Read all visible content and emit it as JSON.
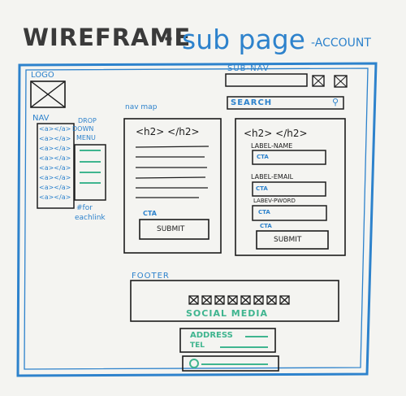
{
  "title": {
    "main": "WIREFRAME",
    "dash": "-",
    "page": "sub page",
    "suffix": "-ACCOUNT"
  },
  "logo": {
    "label": "LOGO"
  },
  "subnav": {
    "label": "SUB-NAV"
  },
  "search": {
    "label": "SEARCH",
    "icon": "magnifier-icon"
  },
  "nav": {
    "label": "NAV",
    "links": [
      "<a></a>",
      "<a></a>",
      "<a></a>",
      "<a></a>",
      "<a></a>",
      "<a></a>",
      "<a></a>",
      "<a></a>"
    ]
  },
  "dropdown": {
    "label_line1": "DROP",
    "label_line2": "DOWN",
    "label_line3": "MENU",
    "note_line1": "#for",
    "note_line2": "eachlink"
  },
  "navmap": {
    "label": "nav map"
  },
  "left_panel": {
    "heading": "<h2> </h2>",
    "cta": "CTA",
    "submit": "SUBMIT"
  },
  "right_panel": {
    "heading": "<h2> </h2>",
    "label_name": "LABEL-NAME",
    "cta_name": "CTA",
    "label_email": "LABEL-EMAIL",
    "cta_email": "CTA",
    "label_pword": "LABEV-PWORD",
    "cta_pword": "CTA",
    "cta_submit": "CTA",
    "submit": "SUBMIT"
  },
  "footer": {
    "label": "FOOTER",
    "social": "SOCIAL MEDIA",
    "address": "ADDRESS",
    "tel": "TEL"
  },
  "colors": {
    "marker_black": "#1c1c1c",
    "marker_blue": "#2d82cc",
    "marker_green": "#3fb58f",
    "board": "#f4f4f1"
  }
}
